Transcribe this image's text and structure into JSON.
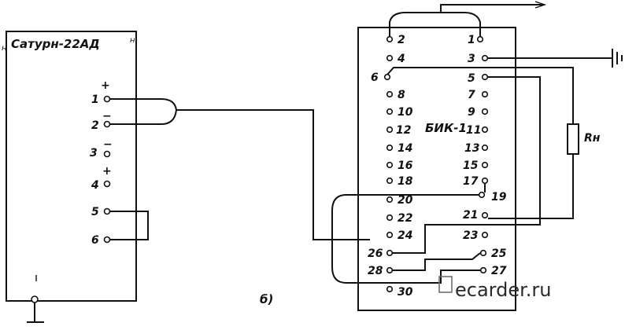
{
  "left_device": {
    "title": "Сатурн-22АД",
    "superscript_left": "н",
    "superscript_right": "н",
    "pins": [
      {
        "label": "1",
        "mark": "+"
      },
      {
        "label": "2",
        "mark": "−"
      },
      {
        "label": "3",
        "mark": "−"
      },
      {
        "label": "4",
        "mark": "+"
      },
      {
        "label": "5",
        "mark": ""
      },
      {
        "label": "6",
        "mark": ""
      }
    ]
  },
  "right_device": {
    "title": "БИК-1",
    "left_pins": [
      "2",
      "4",
      "6",
      "8",
      "10",
      "12",
      "14",
      "16",
      "18",
      "20",
      "22",
      "24",
      "26",
      "28",
      "30"
    ],
    "right_pins": [
      "1",
      "3",
      "5",
      "7",
      "9",
      "11",
      "13",
      "15",
      "17",
      "19",
      "21",
      "23",
      "25",
      "27"
    ]
  },
  "resistor_label": "Rн",
  "figure_label": "б)",
  "watermark": "ecarder.ru"
}
